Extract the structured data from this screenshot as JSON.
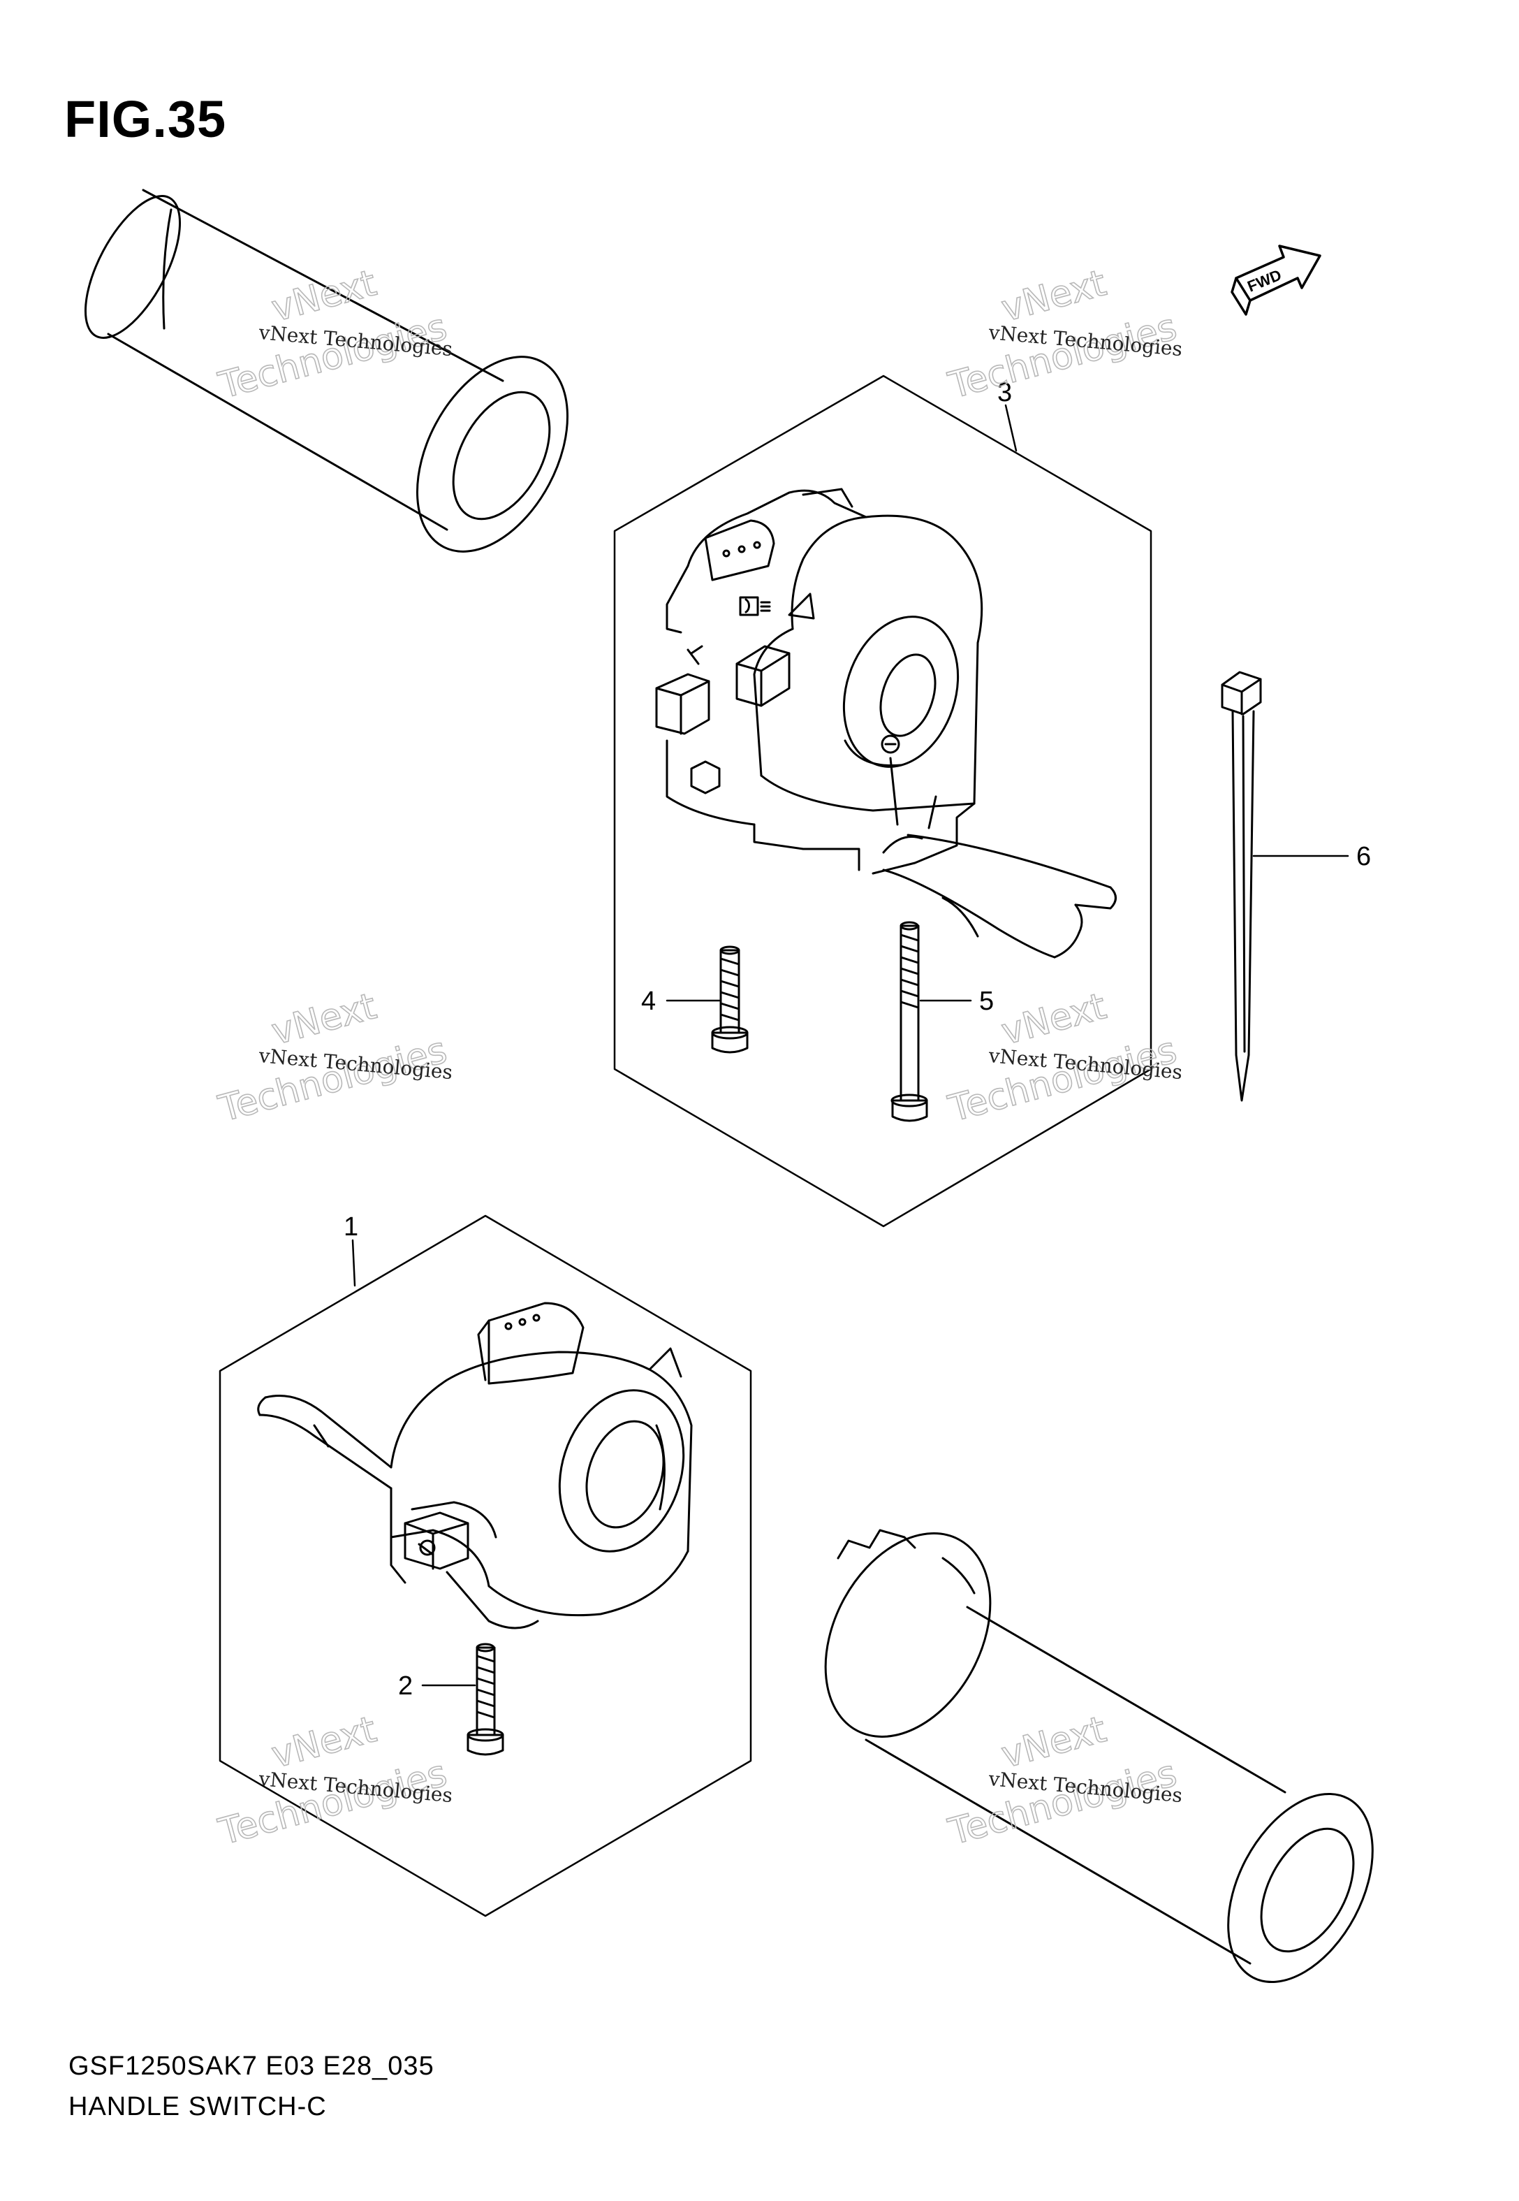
{
  "figure": {
    "title": "FIG.35",
    "model_code": "GSF1250SAK7 E03 E28_035",
    "caption": "HANDLE SWITCH-C"
  },
  "direction_badge": "FWD",
  "callouts": [
    {
      "id": "1"
    },
    {
      "id": "2"
    },
    {
      "id": "3"
    },
    {
      "id": "4"
    },
    {
      "id": "5"
    },
    {
      "id": "6"
    }
  ],
  "watermark": {
    "line1": "vNext Technologies",
    "line2": "vNext",
    "line3": "Technologies"
  },
  "colors": {
    "ink": "#000000",
    "background": "#ffffff",
    "watermark": "#b8b8b8"
  }
}
